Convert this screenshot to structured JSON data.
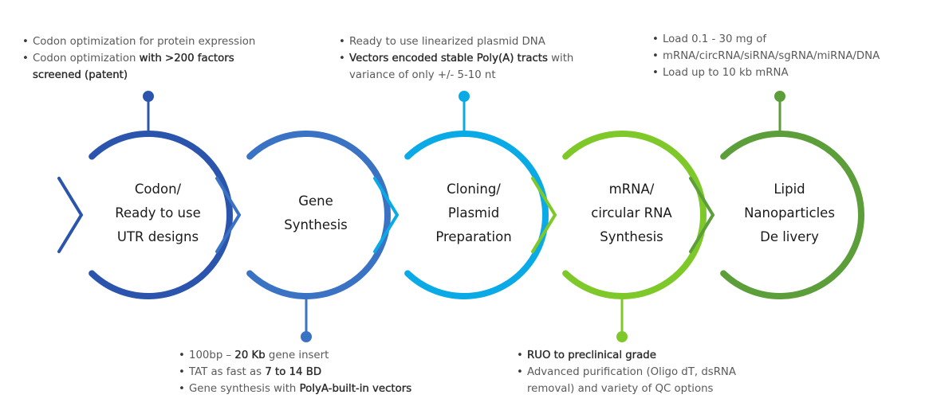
{
  "stages": [
    {
      "id": "codon",
      "color": "#2b55ad",
      "connector": "top",
      "title_lines": [
        "Codon/",
        "Ready to use",
        "UTR designs"
      ],
      "notes": [
        [
          {
            "t": "Codon optimization for protein expression",
            "b": false
          }
        ],
        [
          {
            "t": "Codon optimization ",
            "b": false
          },
          {
            "t": "with >200 factors",
            "b": true
          }
        ],
        [
          {
            "t": "screened (patent)",
            "b": true,
            "indent": true
          }
        ]
      ]
    },
    {
      "id": "gene-synthesis",
      "color": "#3a72c4",
      "connector": "bottom",
      "title_lines": [
        "Gene",
        "Synthesis"
      ],
      "notes": [
        [
          {
            "t": "100bp – ",
            "b": false
          },
          {
            "t": "20 Kb",
            "b": true
          },
          {
            "t": " gene insert",
            "b": false
          }
        ],
        [
          {
            "t": "TAT as fast as ",
            "b": false
          },
          {
            "t": "7 to 14 BD",
            "b": true
          }
        ],
        [
          {
            "t": "Gene synthesis with ",
            "b": false
          },
          {
            "t": "PolyA-built-in vectors",
            "b": true
          }
        ]
      ]
    },
    {
      "id": "cloning",
      "color": "#0aaae6",
      "connector": "top",
      "title_lines": [
        "Cloning/",
        "Plasmid",
        "Preparation"
      ],
      "notes": [
        [
          {
            "t": "Ready to use linearized plasmid DNA",
            "b": false
          }
        ],
        [
          {
            "t": "Vectors encoded stable Poly(A) tracts",
            "b": true
          },
          {
            "t": " with",
            "b": false
          }
        ],
        [
          {
            "t": "variance of only +/- 5-10 nt",
            "b": false,
            "indent": true
          }
        ]
      ]
    },
    {
      "id": "mrna",
      "color": "#7ec82a",
      "connector": "bottom",
      "title_lines": [
        "mRNA/",
        "circular RNA",
        "Synthesis"
      ],
      "notes": [
        [
          {
            "t": "RUO to preclinical grade",
            "b": true
          }
        ],
        [
          {
            "t": "Advanced purification (Oligo dT, dsRNA",
            "b": false
          }
        ],
        [
          {
            "t": "removal) and variety of QC options",
            "b": false,
            "indent": true
          }
        ]
      ]
    },
    {
      "id": "lnp",
      "color": "#5b9e3a",
      "connector": "top",
      "title_lines": [
        "Lipid",
        "Nanoparticles",
        "De livery"
      ],
      "notes": [
        [
          {
            "t": "Load 0.1 - 30 mg of",
            "b": false
          }
        ],
        [
          {
            "t": "mRNA/circRNA/siRNA/sgRNA/miRNA/DNA",
            "b": false
          }
        ],
        [
          {
            "t": "Load up to 10 kb mRNA",
            "b": false
          }
        ]
      ]
    }
  ]
}
